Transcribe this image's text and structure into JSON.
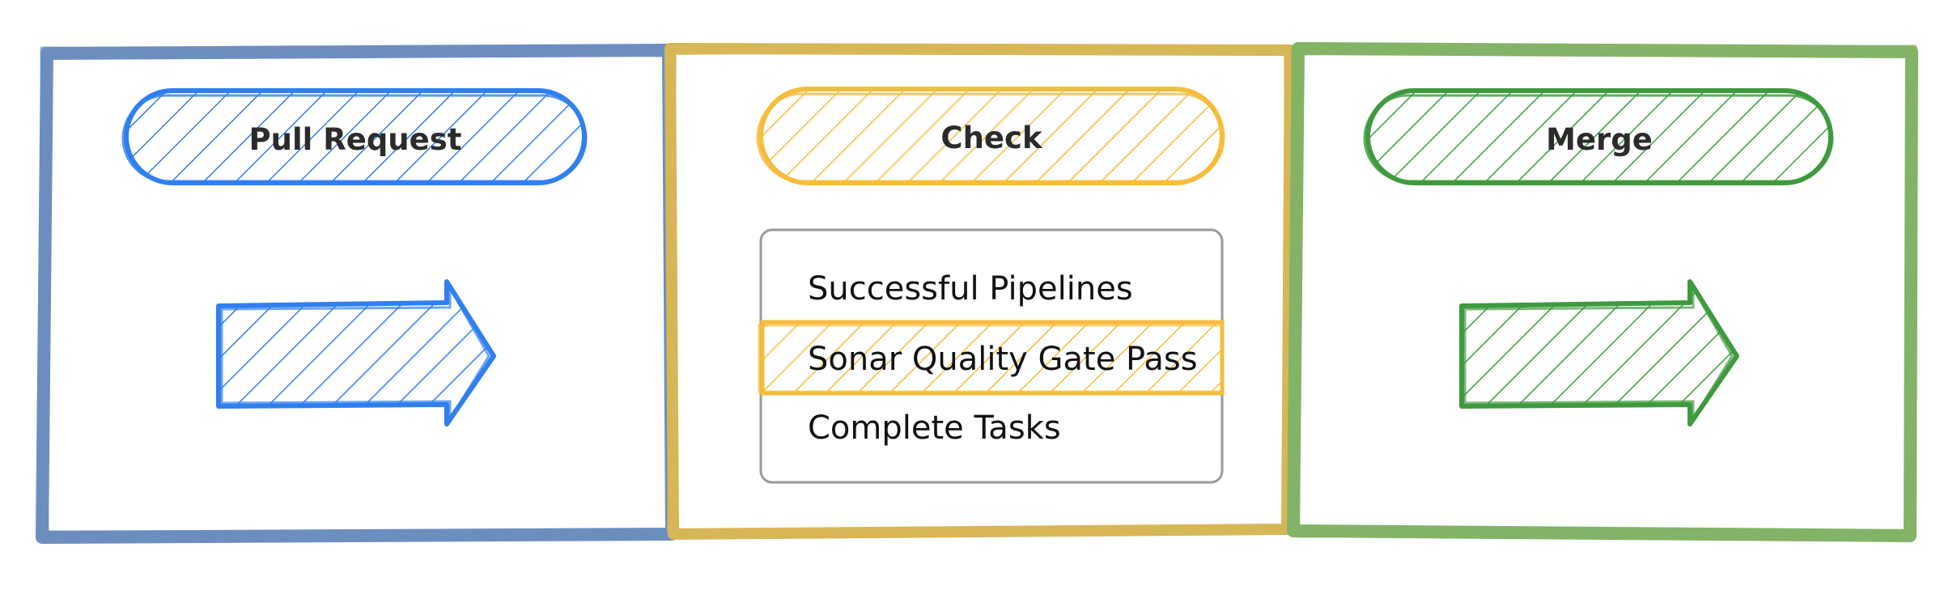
{
  "colors": {
    "blue_frame": "#6c8ebf",
    "blue_accent": "#2f7ff0",
    "yellow_frame": "#d6b656",
    "yellow_accent": "#f5bd3c",
    "green_frame": "#82b366",
    "green_accent": "#3f9a3f",
    "list_border": "#9a9a9a",
    "text": "#2b2b2b"
  },
  "stages": [
    {
      "id": "pull-request",
      "label": "Pull Request",
      "theme": "blue",
      "arrow": "arrow-right-icon"
    },
    {
      "id": "check",
      "label": "Check",
      "theme": "yellow"
    },
    {
      "id": "merge",
      "label": "Merge",
      "theme": "green",
      "arrow": "arrow-right-icon"
    }
  ],
  "checks": {
    "items": [
      {
        "label": "Successful Pipelines",
        "highlighted": false
      },
      {
        "label": "Sonar Quality Gate Pass",
        "highlighted": true
      },
      {
        "label": "Complete Tasks",
        "highlighted": false
      }
    ]
  }
}
